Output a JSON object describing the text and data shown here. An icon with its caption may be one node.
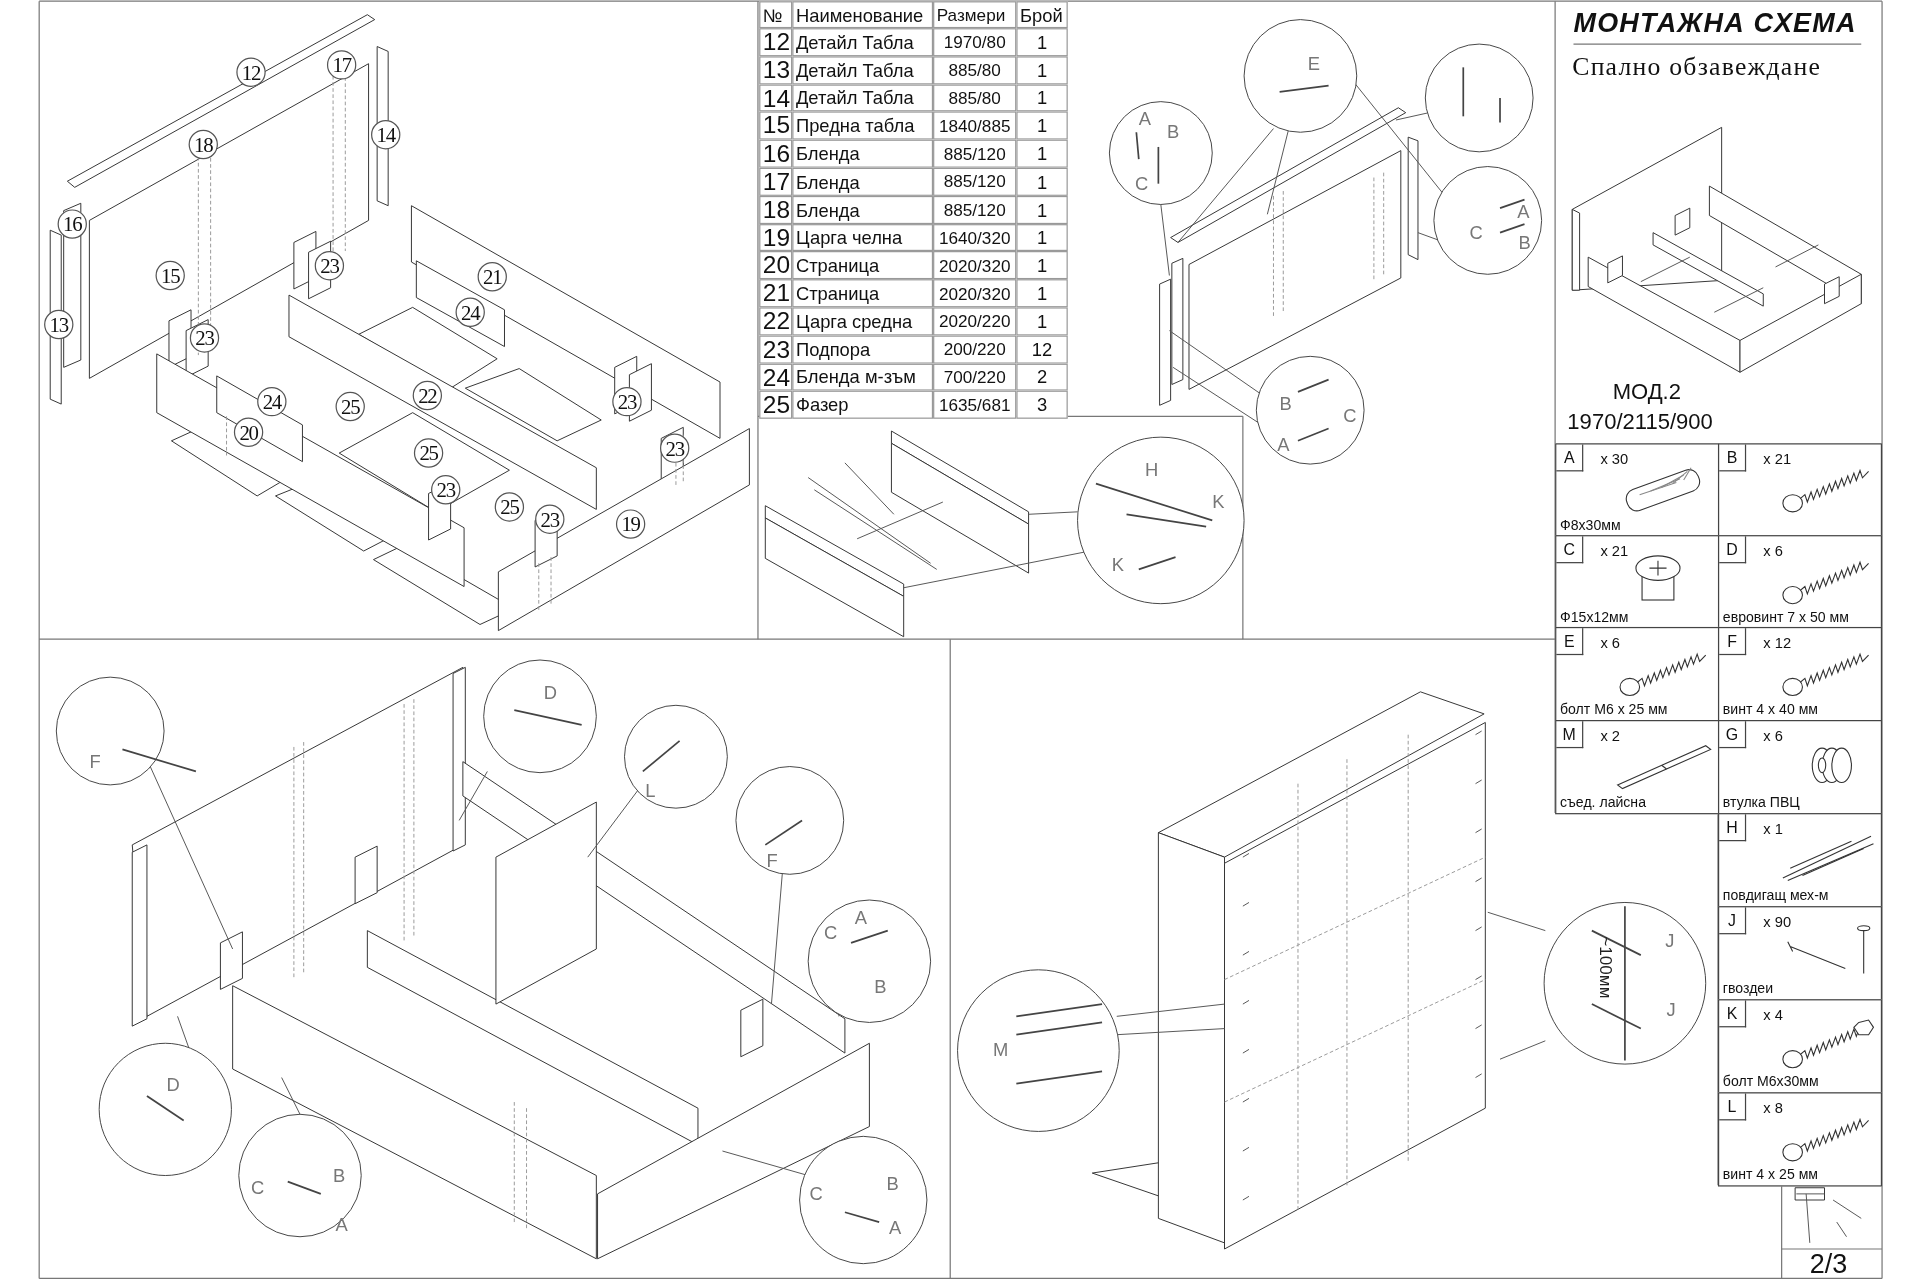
{
  "diagram": {
    "title": "МОНТАЖНА СХЕМА",
    "nodes": [
      {
        "text": [
          "A",
          "x 30",
          "Ф8x30мм"
        ]
      },
      {
        "text": [
          "B",
          "x 21"
        ]
      },
      {
        "text": [
          "C",
          "x 21",
          "Ф15x12мм"
        ]
      },
      {
        "text": [
          "D",
          "x 6",
          "евровинт 7 x 50 мм"
        ]
      },
      {
        "text": [
          "E",
          "x 6",
          "болт М6 x 25 мм"
        ]
      },
      {
        "text": [
          "F",
          "x 12",
          "винт 4 x 40 мм"
        ]
      },
      {
        "text": [
          "M",
          "x 2",
          "съед. лайсна"
        ]
      },
      {
        "text": [
          "G",
          "x 6",
          "втулка ПВЦ"
        ]
      },
      {
        "text": [
          "H",
          "x 1",
          "повдигащ мех-м"
        ]
      },
      {
        "text": [
          "J",
          "x 90",
          "гвоздеи"
        ]
      },
      {
        "text": [
          "K",
          "x 4",
          "болт М6x30мм"
        ]
      },
      {
        "text": [
          "L",
          "x 8",
          "винт 4 x 25 мм"
        ]
      }
    ],
    "labels": [
      "Спално обзавеждане",
      "МОД.2",
      "1970/2115/900",
      "№",
      "Наименование",
      "Размери",
      "Брой",
      "12",
      "Детайл Табла",
      "1970/80",
      "1",
      "13",
      "Детайл Табла",
      "885/80",
      "1",
      "14",
      "Детайл Табла",
      "885/80",
      "1",
      "15",
      "Предна табла",
      "1840/885",
      "1",
      "16",
      "Бленда",
      "885/120",
      "1",
      "17",
      "Бленда",
      "885/120",
      "1",
      "18",
      "Бленда",
      "885/120",
      "1",
      "19",
      "Царга челна",
      "1640/320",
      "1",
      "20",
      "Страница",
      "2020/320",
      "1",
      "21",
      "Страница",
      "2020/320",
      "1",
      "22",
      "Царга средна",
      "2020/220",
      "1",
      "23",
      "Подпора",
      "200/220",
      "12",
      "24",
      "Бленда м-зъм",
      "700/220",
      "2",
      "25",
      "Фазер",
      "1635/681",
      "3",
      "12",
      "17",
      "14",
      "18",
      "16",
      "15",
      "23",
      "21",
      "24",
      "13",
      "23",
      "24",
      "25",
      "22",
      "23",
      "20",
      "25",
      "23",
      "23",
      "25",
      "23",
      "19",
      "E",
      "A",
      "B",
      "C",
      "A",
      "C",
      "B",
      "B",
      "C",
      "A",
      "H",
      "K",
      "K",
      "D",
      "F",
      "L",
      "F",
      "A",
      "C",
      "B",
      "D",
      "C",
      "B",
      "A",
      "C",
      "B",
      "A",
      "M",
      "~100мм",
      "J",
      "J",
      "2/3"
    ]
  }
}
